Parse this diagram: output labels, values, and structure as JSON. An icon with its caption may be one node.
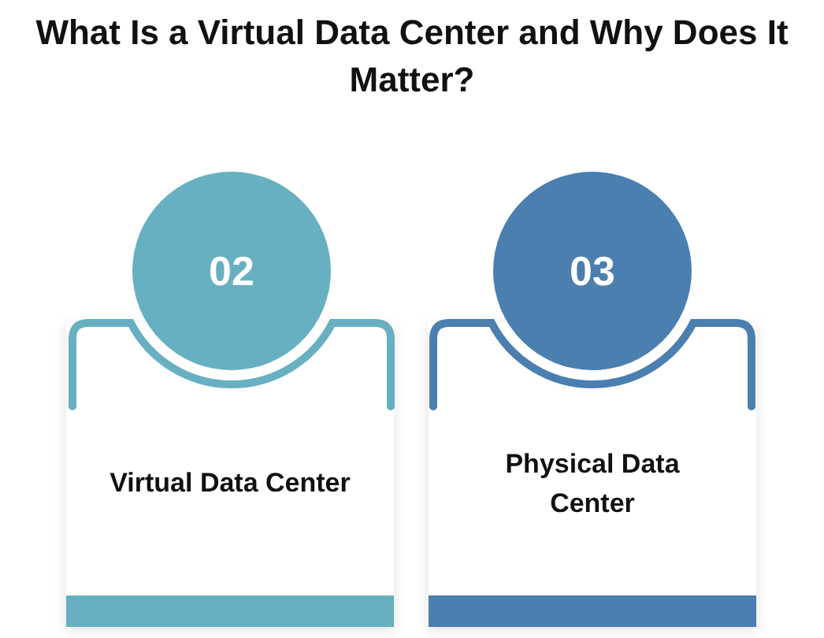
{
  "diagram": {
    "title": "What Is a Virtual Data Center and Why Does It Matter?",
    "nodes": [
      {
        "text": [
          "02"
        ]
      },
      {
        "text": [
          "Virtual Data Center"
        ]
      },
      {
        "text": [
          "03"
        ]
      },
      {
        "text": [
          "Physical Data Center"
        ]
      }
    ]
  }
}
